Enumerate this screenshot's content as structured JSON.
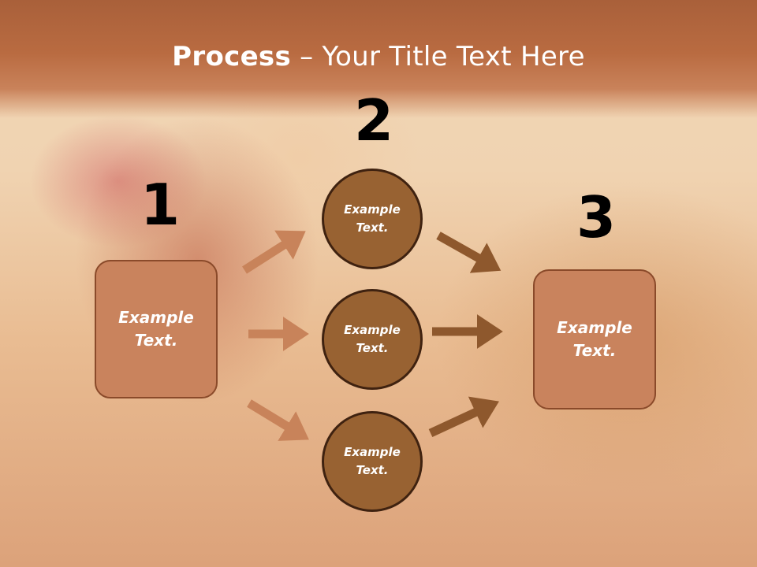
{
  "title": {
    "bold": "Process",
    "rest": " – Your Title Text Here"
  },
  "numbers": [
    "1",
    "2",
    "3"
  ],
  "start_box": {
    "line1": "Example",
    "line2": "Text."
  },
  "middle_circles": [
    {
      "line1": "Example",
      "line2": "Text."
    },
    {
      "line1": "Example",
      "line2": "Text."
    },
    {
      "line1": "Example",
      "line2": "Text."
    }
  ],
  "end_box": {
    "line1": "Example",
    "line2": "Text."
  },
  "colors": {
    "banner": "#b96b41",
    "box": "#c9835d",
    "circle": "#986232",
    "arrow_light": "#c8835a",
    "arrow_dark": "#8e582d"
  }
}
